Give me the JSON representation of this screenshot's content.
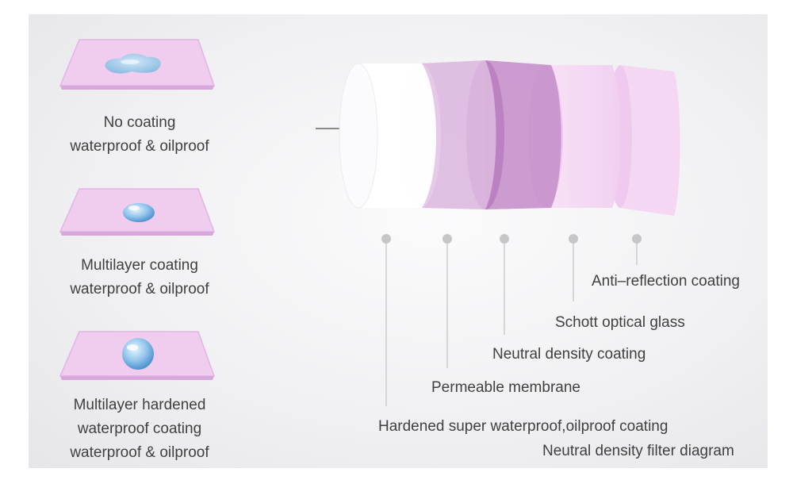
{
  "samples": [
    {
      "line1": "No coating",
      "line2": "waterproof & oilproof",
      "line3": "",
      "drop_icon": "water-puddle-icon"
    },
    {
      "line1": "Multilayer coating",
      "line2": "waterproof & oilproof",
      "line3": "",
      "drop_icon": "water-droplet-icon"
    },
    {
      "line1": "Multilayer hardened",
      "line2": "waterproof coating",
      "line3": "waterproof & oilproof",
      "drop_icon": "water-bead-icon"
    }
  ],
  "layers": {
    "anti_reflection": "Anti–reflection coating",
    "schott_glass": "Schott optical glass",
    "neutral_density": "Neutral density coating",
    "permeable_membrane": "Permeable membrane",
    "hardened_coating": "Hardened super waterproof,oilproof coating"
  },
  "caption": "Neutral density filter diagram",
  "colors": {
    "lens_pink": "#f3d3f2",
    "lens_edge": "#d9a6dc",
    "nd_purple": "#c48bc8",
    "leader_dot": "#c6c6c8",
    "text": "#404040"
  }
}
